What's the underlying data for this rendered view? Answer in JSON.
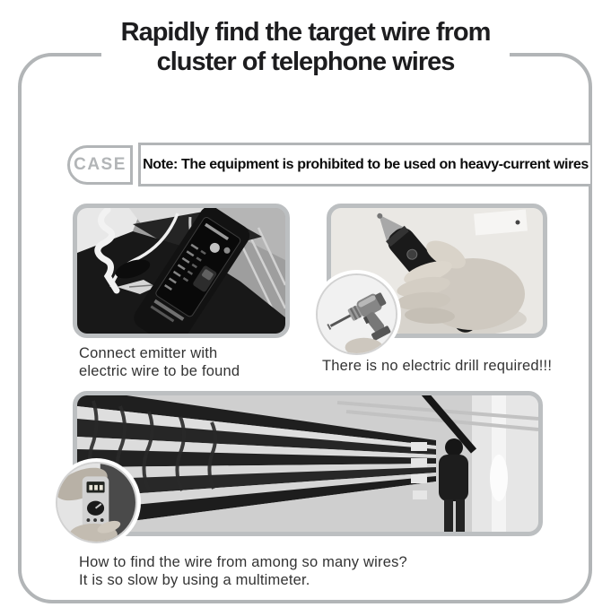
{
  "header": {
    "title_line1": "Rapidly find the target wire from",
    "title_line2": "cluster of telephone wires"
  },
  "case_bar": {
    "badge_label": "CASE",
    "note_text": "Note: The equipment is prohibited to be used on heavy-current wires"
  },
  "figures": {
    "emitter": {
      "caption_line1": "Connect emitter with",
      "caption_line2": "electric wire to be found"
    },
    "probe": {
      "caption": "There is no electric drill required!!!"
    },
    "rack": {
      "caption_line1": "How to find the wire from among so many wires?",
      "caption_line2": "It is so slow by using a multimeter."
    }
  },
  "colors": {
    "frame_border": "#b2b5b7",
    "photo_border": "#bcbfc1",
    "badge_text": "#b2b5b7",
    "title_text": "#1d1d1f",
    "note_text": "#0d0d0d",
    "caption_text": "#333333",
    "background": "#ffffff"
  }
}
